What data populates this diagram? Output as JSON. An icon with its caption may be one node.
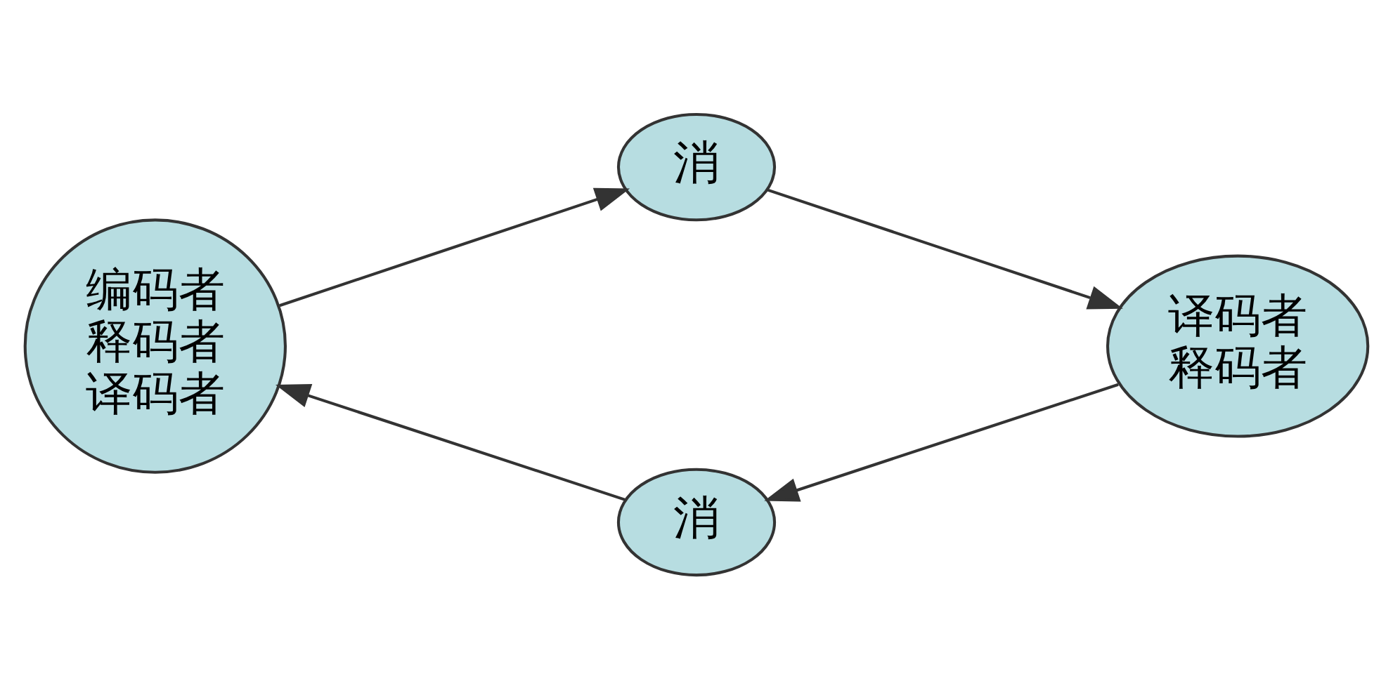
{
  "diagram": {
    "nodes": [
      {
        "text": [
          "编码者",
          "释码者",
          "译码者"
        ]
      },
      {
        "text": [
          "消"
        ]
      },
      {
        "text": [
          "译码者",
          "释码者"
        ]
      },
      {
        "text": [
          "消"
        ]
      }
    ],
    "edges": [
      {
        "from": 0,
        "to": 1,
        "arrow": "to"
      },
      {
        "from": 1,
        "to": 2,
        "arrow": "to"
      },
      {
        "from": 2,
        "to": 3,
        "arrow": "to"
      },
      {
        "from": 3,
        "to": 0,
        "arrow": "to"
      }
    ]
  }
}
